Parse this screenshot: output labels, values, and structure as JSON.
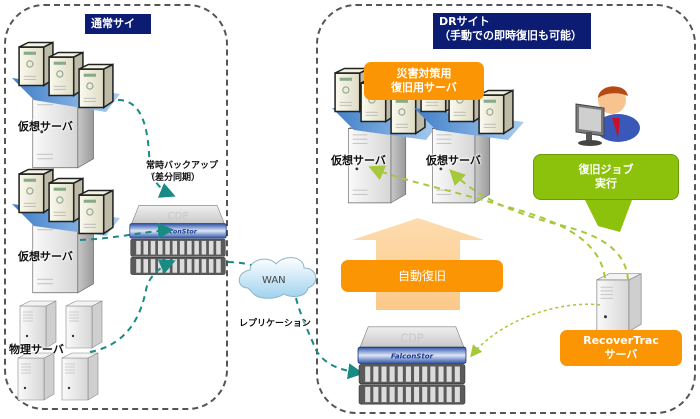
{
  "normal_site": {
    "title": "通常サイト",
    "virtual_server_label_1": "仮想サーバ",
    "virtual_server_label_2": "仮想サーバ",
    "physical_server_label": "物理サーバ",
    "backup_label_line1": "常時バックアップ",
    "backup_label_line2": "（差分同期）",
    "cdp_appliance": {
      "top_label": "CDP",
      "brand": "FalconStor"
    }
  },
  "wan": {
    "label": "WAN",
    "replication_label": "レプリケーション"
  },
  "dr_site": {
    "title_line1": "DRサイト",
    "title_line2": "（手動での即時復旧も可能）",
    "recovery_servers_callout_line1": "災害対策用",
    "recovery_servers_callout_line2": "復旧用サーバ",
    "virtual_server_label_1": "仮想サーバ",
    "virtual_server_label_2": "仮想サーバ",
    "auto_recovery_label": "自動復旧",
    "recovery_job_callout_line1": "復旧ジョブ",
    "recovery_job_callout_line2": "実行",
    "recovertrac_label_line1": "RecoverTrac",
    "recovertrac_label_line2": "サーバ",
    "cdp_appliance": {
      "top_label": "CDP",
      "brand": "FalconStor"
    }
  },
  "colors": {
    "title_bg": "#0c1c72",
    "orange": "#fb9503",
    "light_orange_arrow": "#fdd7a3",
    "green": "#8cc20c",
    "teal_connector": "#1a8a84",
    "lime_connector": "#a5c93a",
    "vm_platform_blue": "#4a90d0"
  }
}
